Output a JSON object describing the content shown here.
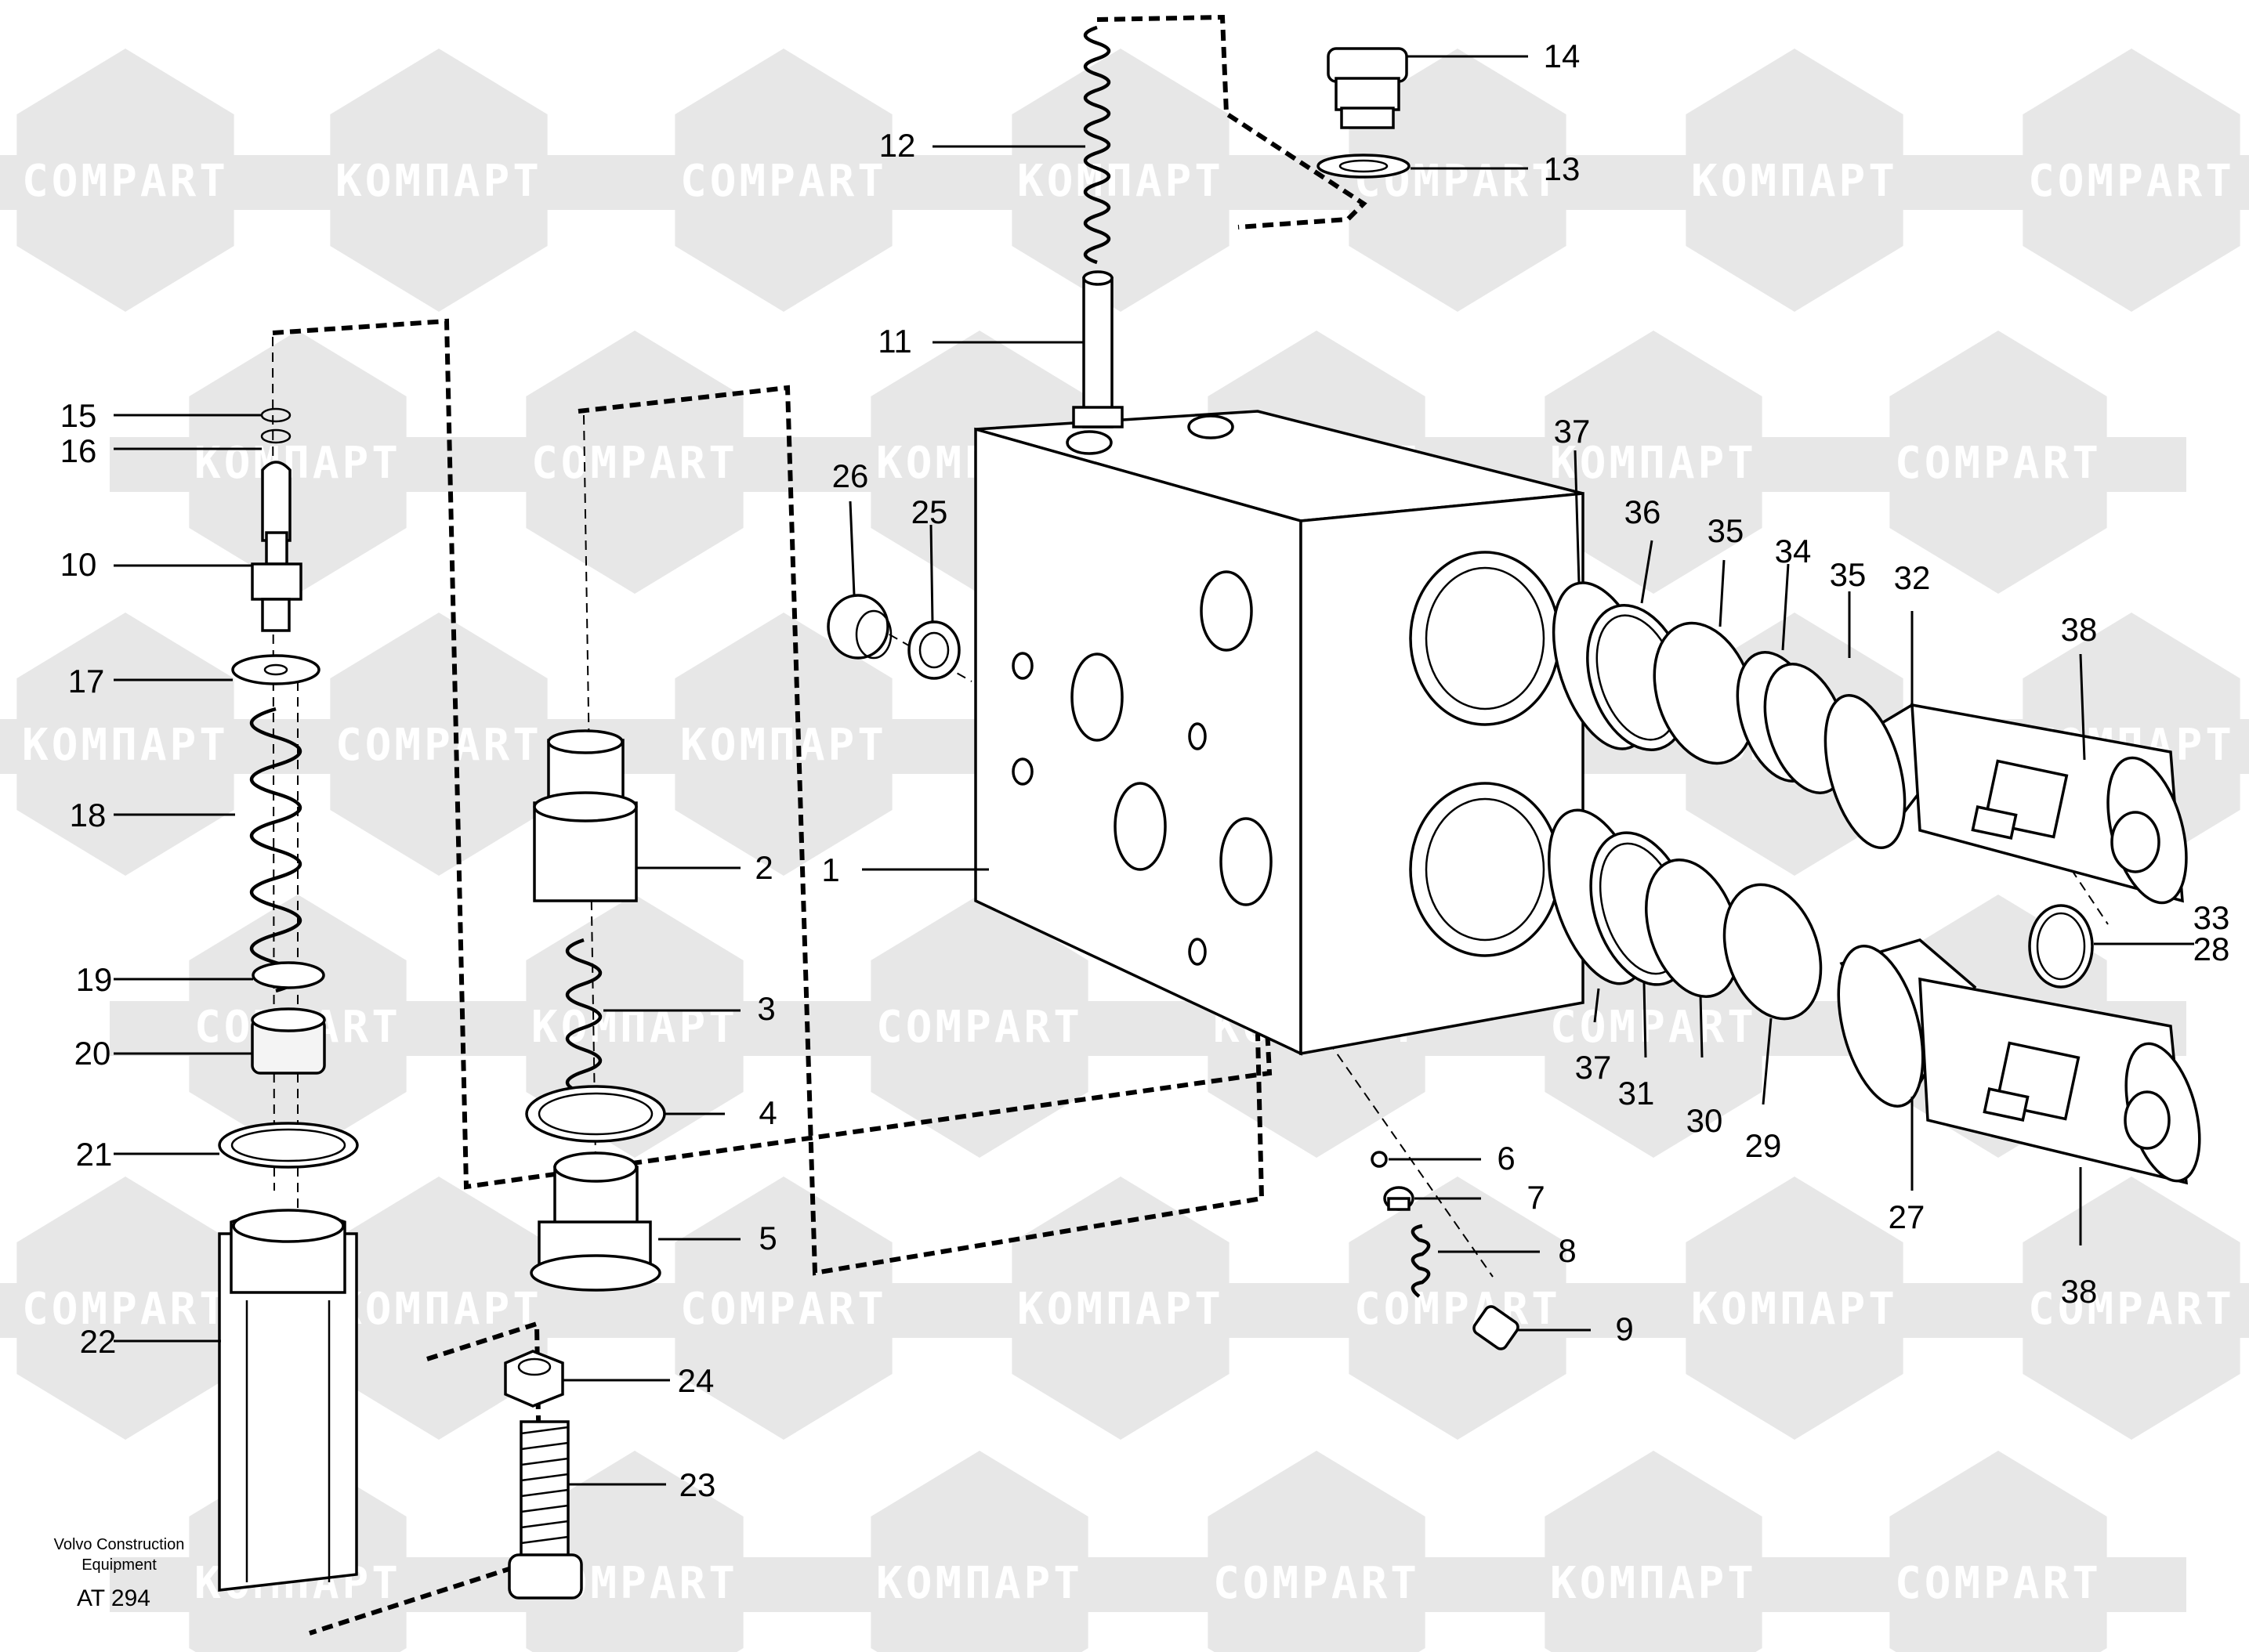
{
  "watermark": {
    "latin": "COMPART",
    "cyrillic": "КОМПАРТ"
  },
  "callouts": [
    {
      "id": "c1",
      "label": "1"
    },
    {
      "id": "c2",
      "label": "2"
    },
    {
      "id": "c3",
      "label": "3"
    },
    {
      "id": "c4",
      "label": "4"
    },
    {
      "id": "c5",
      "label": "5"
    },
    {
      "id": "c6",
      "label": "6"
    },
    {
      "id": "c7",
      "label": "7"
    },
    {
      "id": "c8",
      "label": "8"
    },
    {
      "id": "c9",
      "label": "9"
    },
    {
      "id": "c10",
      "label": "10"
    },
    {
      "id": "c11",
      "label": "11"
    },
    {
      "id": "c12",
      "label": "12"
    },
    {
      "id": "c13",
      "label": "13"
    },
    {
      "id": "c14",
      "label": "14"
    },
    {
      "id": "c15",
      "label": "15"
    },
    {
      "id": "c16",
      "label": "16"
    },
    {
      "id": "c17",
      "label": "17"
    },
    {
      "id": "c18",
      "label": "18"
    },
    {
      "id": "c19",
      "label": "19"
    },
    {
      "id": "c20",
      "label": "20"
    },
    {
      "id": "c21",
      "label": "21"
    },
    {
      "id": "c22",
      "label": "22"
    },
    {
      "id": "c23",
      "label": "23"
    },
    {
      "id": "c24",
      "label": "24"
    },
    {
      "id": "c25",
      "label": "25"
    },
    {
      "id": "c26",
      "label": "26"
    },
    {
      "id": "c27",
      "label": "27"
    },
    {
      "id": "c28",
      "label": "28"
    },
    {
      "id": "c29",
      "label": "29"
    },
    {
      "id": "c30",
      "label": "30"
    },
    {
      "id": "c31",
      "label": "31"
    },
    {
      "id": "c32",
      "label": "32"
    },
    {
      "id": "c33",
      "label": "33"
    },
    {
      "id": "c34",
      "label": "34"
    },
    {
      "id": "c35a",
      "label": "35"
    },
    {
      "id": "c35b",
      "label": "35"
    },
    {
      "id": "c36",
      "label": "36"
    },
    {
      "id": "c37a",
      "label": "37"
    },
    {
      "id": "c37b",
      "label": "37"
    },
    {
      "id": "c38a",
      "label": "38"
    },
    {
      "id": "c38b",
      "label": "38"
    }
  ],
  "footer": {
    "publisher_line1": "Volvo Construction",
    "publisher_line2": "Equipment",
    "figure_code": "AT 294"
  }
}
